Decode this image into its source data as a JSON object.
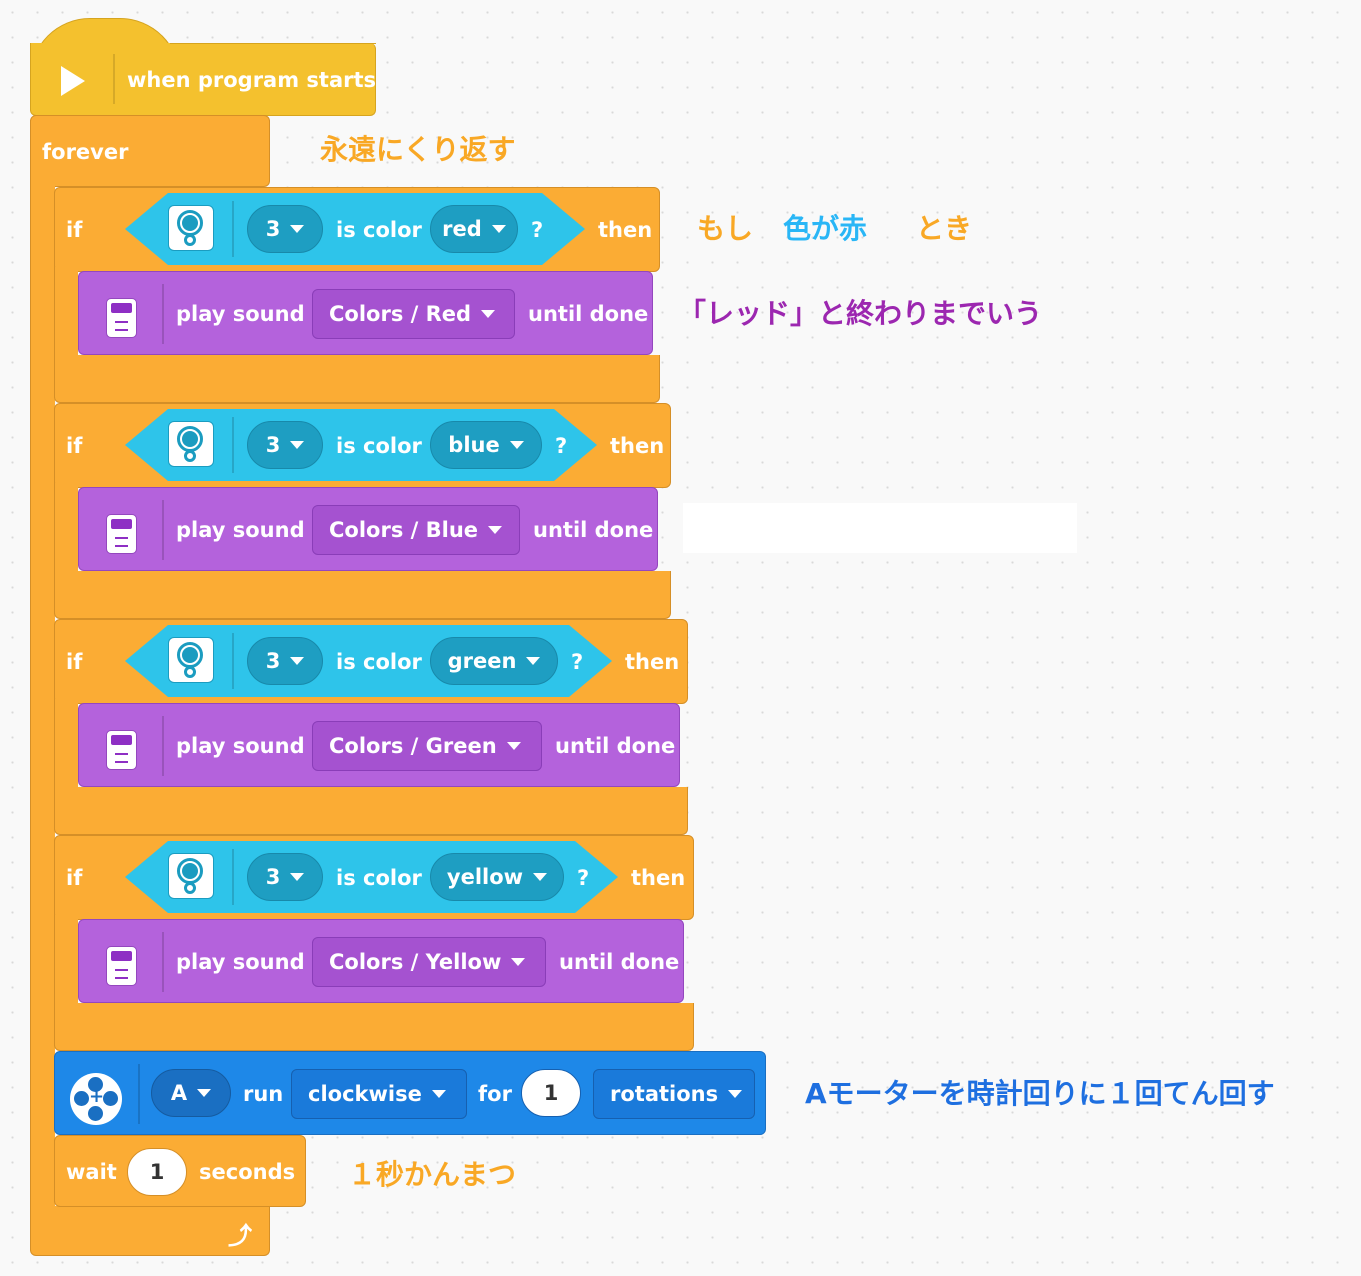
{
  "hat": {
    "label": "when program starts"
  },
  "forever": {
    "label": "forever"
  },
  "if_blocks": [
    {
      "if_label": "if",
      "port": "3",
      "is_color": "is color",
      "color": "red",
      "q": "?",
      "then": "then",
      "play": "play sound",
      "sound": "Colors / Red",
      "until": "until done"
    },
    {
      "if_label": "if",
      "port": "3",
      "is_color": "is color",
      "color": "blue",
      "q": "?",
      "then": "then",
      "play": "play sound",
      "sound": "Colors / Blue",
      "until": "until done"
    },
    {
      "if_label": "if",
      "port": "3",
      "is_color": "is color",
      "color": "green",
      "q": "?",
      "then": "then",
      "play": "play sound",
      "sound": "Colors / Green",
      "until": "until done"
    },
    {
      "if_label": "if",
      "port": "3",
      "is_color": "is color",
      "color": "yellow",
      "q": "?",
      "then": "then",
      "play": "play sound",
      "sound": "Colors / Yellow",
      "until": "until done"
    }
  ],
  "motor": {
    "port": "A",
    "run": "run",
    "direction": "clockwise",
    "for": "for",
    "amount": "1",
    "unit": "rotations"
  },
  "wait": {
    "label": "wait",
    "value": "1",
    "unit": "seconds"
  },
  "notes": {
    "forever": "永遠にくり返す",
    "if_a": "もし",
    "if_b": "色が赤",
    "if_c": "とき",
    "sound": "「レッド」と終わりまでいう",
    "motor": "Aモーターを時計回りに１回てん回す",
    "wait": "１秒かんまつ"
  },
  "colors": {
    "hat": "#F4C12E",
    "control": "#FBAC34",
    "sensor": "#2EC4EA",
    "sound": "#B462DC",
    "motor": "#1E88E8"
  }
}
